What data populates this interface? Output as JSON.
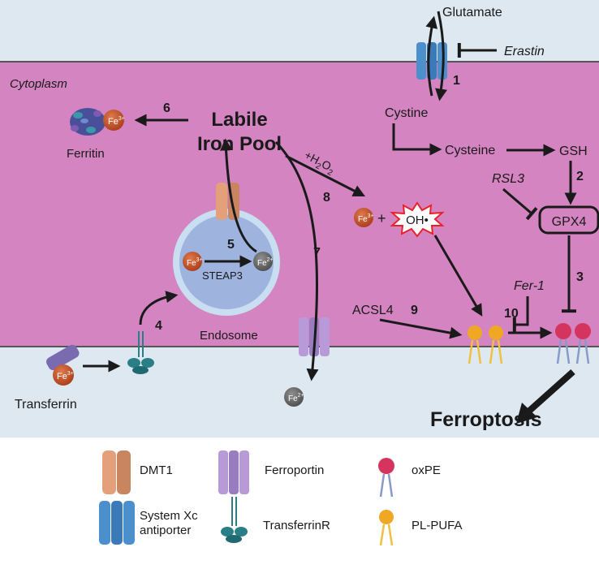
{
  "compartments": {
    "cytoplasm": "Cytoplasm",
    "endosome": "Endosome"
  },
  "labels": {
    "glutamate": "Glutamate",
    "erastin": "Erastin",
    "cystine": "Cystine",
    "cysteine": "Cysteine",
    "gsh": "GSH",
    "rsl3": "RSL3",
    "gpx4": "GPX4",
    "fer1": "Fer-1",
    "acsl4": "ACSL4",
    "ferritin": "Ferritin",
    "labile_iron_pool_line1": "Labile",
    "labile_iron_pool_line2": "Iron Pool",
    "h2o2_prefix": "+H",
    "h2o2_sub1": "2",
    "h2o2_mid": "O",
    "h2o2_sub2": "2",
    "steap3": "STEAP3",
    "transferrin": "Transferrin",
    "ferroptosis": "Ferroptosis",
    "plus": "+",
    "hydroxyl": "OH•"
  },
  "ions": {
    "fe3": "Fe",
    "fe3_charge": "3+",
    "fe2": "Fe",
    "fe2_charge": "2+"
  },
  "steps": [
    "1",
    "2",
    "3",
    "4",
    "5",
    "6",
    "7",
    "8",
    "9",
    "10"
  ],
  "legend": {
    "dmt1": "DMT1",
    "ferroportin": "Ferroportin",
    "oxpe": "oxPE",
    "system_xc_line1": "System Xc",
    "system_xc_line2": "antiporter",
    "transferrinr": "TransferrinR",
    "pl_pufa": "PL-PUFA"
  },
  "colors": {
    "extracellular": "#dde8f1",
    "cytoplasm": "#d484c0",
    "membrane": "#3c3c3c",
    "endosome_fill": "#9eb4df",
    "endosome_ring": "#c9def0",
    "iron3": "#c75227",
    "iron2": "#6a6a6a",
    "dmt1": "#e3a07a",
    "ferroportin": "#b99ad8",
    "system_xc": "#4b8fcc",
    "transferrinr": "#2a7f86",
    "oxpe": "#d4345d",
    "pl_pufa": "#f0a824",
    "hydroxyl_burst": "#e8222a"
  }
}
